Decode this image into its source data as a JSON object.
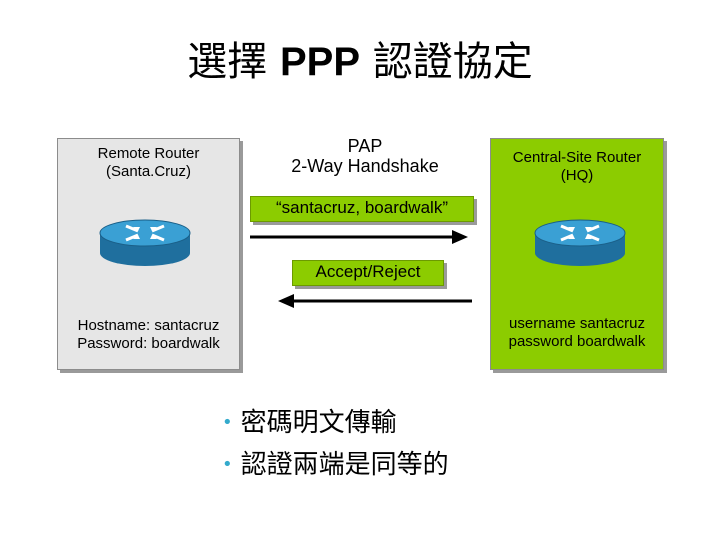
{
  "title": {
    "part1": "選擇",
    "part2": "PPP",
    "part3": "認證協定"
  },
  "left_box": {
    "name_line1": "Remote Router",
    "name_line2": "(Santa.Cruz)",
    "cred_line1": "Hostname: santacruz",
    "cred_line2": "Password: boardwalk"
  },
  "right_box": {
    "name_line1": "Central-Site Router",
    "name_line2": "(HQ)",
    "cred_line1": "username santacruz",
    "cred_line2": "password boardwalk"
  },
  "center": {
    "protocol_line1": "PAP",
    "protocol_line2": "2-Way Handshake",
    "request_msg": "“santacruz, boardwalk”",
    "response_msg": "Accept/Reject"
  },
  "bullets": [
    "密碼明文傳輸",
    "認證兩端是同等的"
  ],
  "colors": {
    "left_box_bg": "#e6e6e6",
    "right_box_bg": "#8ccc00",
    "message_bg": "#8ccc00",
    "bullet_dot": "#33aacc",
    "router_body": "#2f8fc2"
  },
  "icons": {
    "router": "router-icon",
    "arrow_right": "arrow-right-icon",
    "arrow_left": "arrow-left-icon"
  }
}
